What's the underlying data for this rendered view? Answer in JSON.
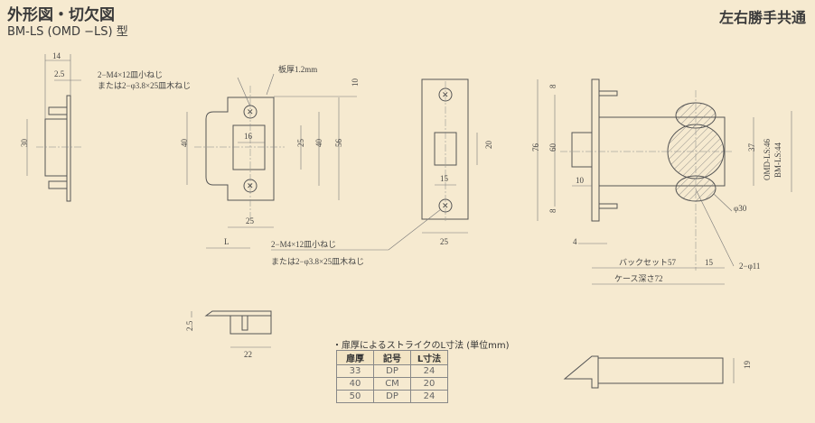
{
  "header": {
    "title": "外形図・切欠図",
    "subtitle": "BM-LS (OMD −LS) 型",
    "handedness": "左右勝手共通"
  },
  "labels": {
    "screw_a1": "2−M4×12皿小ねじ",
    "screw_a2": "または2−φ3.8×25皿木ねじ",
    "screw_b1": "2−M4×12皿小ねじ",
    "screw_b2": "または2−φ3.8×25皿木ねじ",
    "thickness": "板厚1.2mm",
    "backset": "バックセット57",
    "case_depth": "ケース深さ72",
    "phi30": "φ30",
    "phi11": "2−φ11",
    "omd": "OMD-LS:46",
    "bm": "BM-LS:44",
    "dims": {
      "d14": "14",
      "d2_5": "2.5",
      "d30": "30",
      "d40a": "40",
      "d16": "16",
      "d25v": "25",
      "d40b": "40",
      "d56": "56",
      "d10t": "10",
      "d25h": "25",
      "dL": "L",
      "d20": "20",
      "d15": "15",
      "d25f": "25",
      "d76": "76",
      "d60": "60",
      "d8a": "8",
      "d8b": "8",
      "d10s": "10",
      "d37": "37",
      "d4": "4",
      "d15b": "15",
      "d2_5b": "2.5",
      "d22": "22",
      "d19": "19"
    }
  },
  "strike_table": {
    "title": "・扉厚によるストライクのL寸法 (単位mm)",
    "headers": [
      "扉厚",
      "記号",
      "L寸法"
    ],
    "rows": [
      [
        "33",
        "DP",
        "24"
      ],
      [
        "40",
        "CM",
        "20"
      ],
      [
        "50",
        "DP",
        "24"
      ]
    ]
  }
}
